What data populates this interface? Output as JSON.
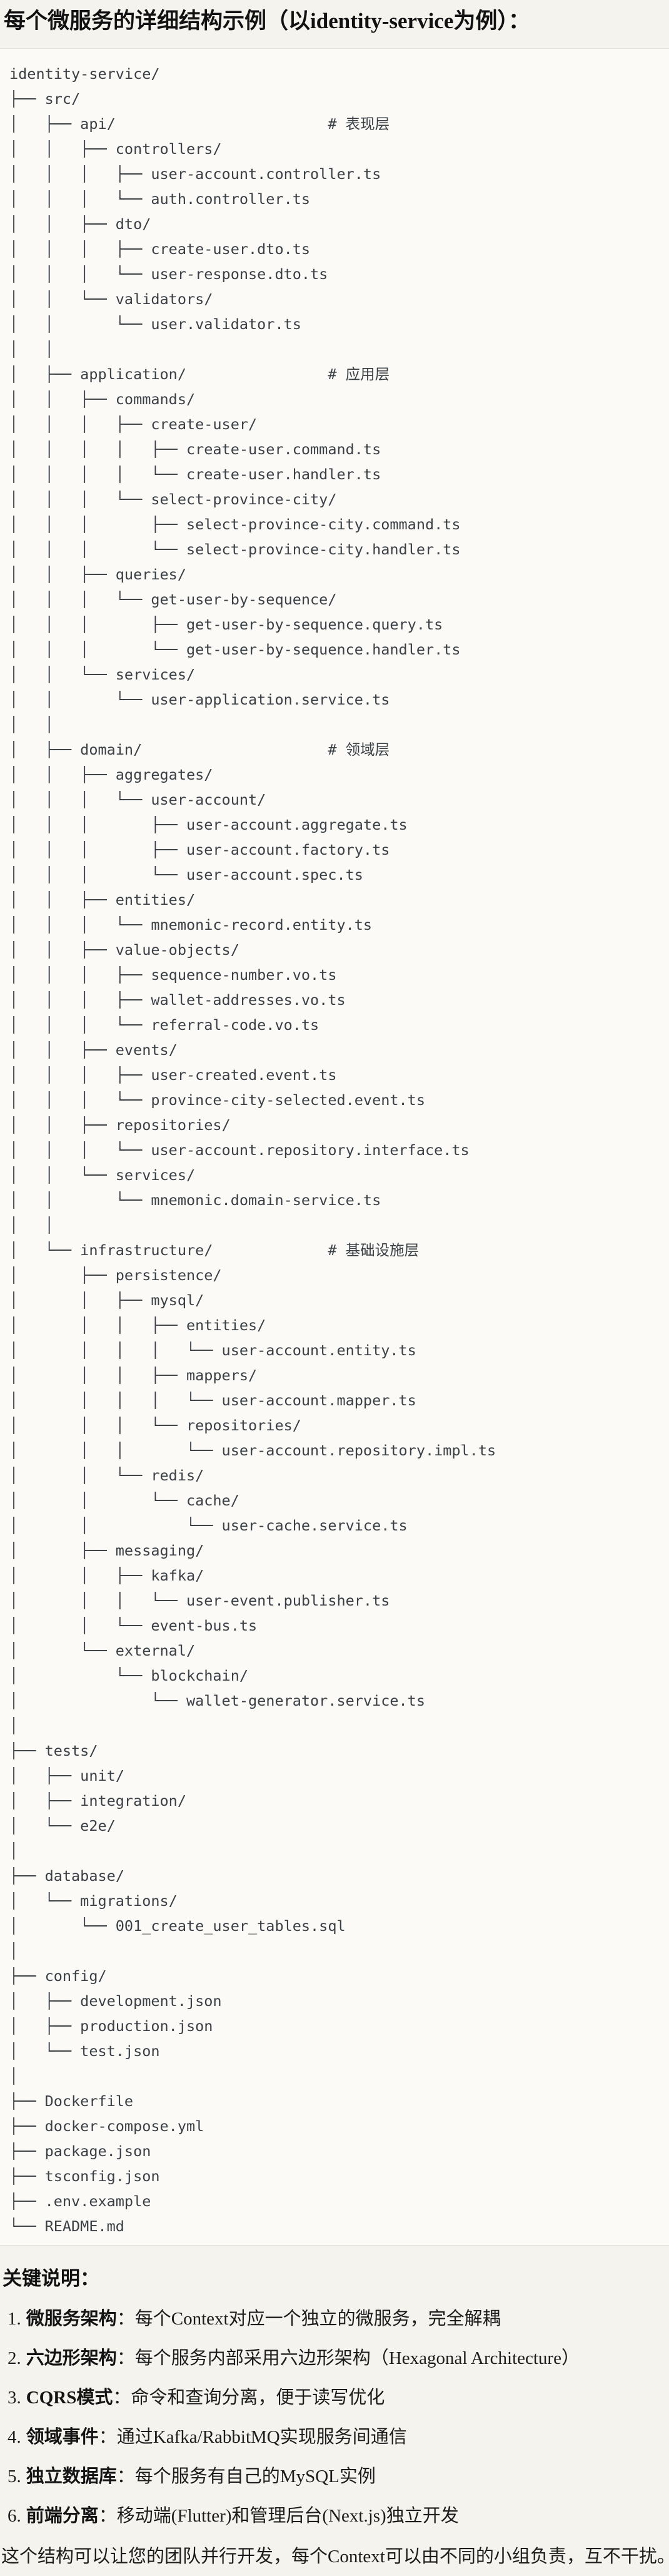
{
  "title": "每个微服务的详细结构示例（以identity-service为例）：",
  "tree": {
    "lines": [
      "identity-service/",
      "├── src/",
      "│   ├── api/                        # 表现层",
      "│   │   ├── controllers/",
      "│   │   │   ├── user-account.controller.ts",
      "│   │   │   └── auth.controller.ts",
      "│   │   ├── dto/",
      "│   │   │   ├── create-user.dto.ts",
      "│   │   │   └── user-response.dto.ts",
      "│   │   └── validators/",
      "│   │       └── user.validator.ts",
      "│   │",
      "│   ├── application/                # 应用层",
      "│   │   ├── commands/",
      "│   │   │   ├── create-user/",
      "│   │   │   │   ├── create-user.command.ts",
      "│   │   │   │   └── create-user.handler.ts",
      "│   │   │   └── select-province-city/",
      "│   │   │       ├── select-province-city.command.ts",
      "│   │   │       └── select-province-city.handler.ts",
      "│   │   ├── queries/",
      "│   │   │   └── get-user-by-sequence/",
      "│   │   │       ├── get-user-by-sequence.query.ts",
      "│   │   │       └── get-user-by-sequence.handler.ts",
      "│   │   └── services/",
      "│   │       └── user-application.service.ts",
      "│   │",
      "│   ├── domain/                     # 领域层",
      "│   │   ├── aggregates/",
      "│   │   │   └── user-account/",
      "│   │   │       ├── user-account.aggregate.ts",
      "│   │   │       ├── user-account.factory.ts",
      "│   │   │       └── user-account.spec.ts",
      "│   │   ├── entities/",
      "│   │   │   └── mnemonic-record.entity.ts",
      "│   │   ├── value-objects/",
      "│   │   │   ├── sequence-number.vo.ts",
      "│   │   │   ├── wallet-addresses.vo.ts",
      "│   │   │   └── referral-code.vo.ts",
      "│   │   ├── events/",
      "│   │   │   ├── user-created.event.ts",
      "│   │   │   └── province-city-selected.event.ts",
      "│   │   ├── repositories/",
      "│   │   │   └── user-account.repository.interface.ts",
      "│   │   └── services/",
      "│   │       └── mnemonic.domain-service.ts",
      "│   │",
      "│   └── infrastructure/             # 基础设施层",
      "│       ├── persistence/",
      "│       │   ├── mysql/",
      "│       │   │   ├── entities/",
      "│       │   │   │   └── user-account.entity.ts",
      "│       │   │   ├── mappers/",
      "│       │   │   │   └── user-account.mapper.ts",
      "│       │   │   └── repositories/",
      "│       │   │       └── user-account.repository.impl.ts",
      "│       │   └── redis/",
      "│       │       └── cache/",
      "│       │           └── user-cache.service.ts",
      "│       ├── messaging/",
      "│       │   ├── kafka/",
      "│       │   │   └── user-event.publisher.ts",
      "│       │   └── event-bus.ts",
      "│       └── external/",
      "│           └── blockchain/",
      "│               └── wallet-generator.service.ts",
      "│",
      "├── tests/",
      "│   ├── unit/",
      "│   ├── integration/",
      "│   └── e2e/",
      "│",
      "├── database/",
      "│   └── migrations/",
      "│       └── 001_create_user_tables.sql",
      "│",
      "├── config/",
      "│   ├── development.json",
      "│   ├── production.json",
      "│   └── test.json",
      "│",
      "├── Dockerfile",
      "├── docker-compose.yml",
      "├── package.json",
      "├── tsconfig.json",
      "├── .env.example",
      "└── README.md"
    ]
  },
  "notes": {
    "heading": "关键说明：",
    "items": [
      {
        "num": "1.",
        "label": "微服务架构",
        "colon": "：",
        "text": "每个Context对应一个独立的微服务，完全解耦"
      },
      {
        "num": "2.",
        "label": "六边形架构",
        "colon": "：",
        "text": "每个服务内部采用六边形架构（Hexagonal Architecture）"
      },
      {
        "num": "3.",
        "label": "CQRS模式",
        "colon": "：",
        "text": "命令和查询分离，便于读写优化"
      },
      {
        "num": "4.",
        "label": "领域事件",
        "colon": "：",
        "text": "通过Kafka/RabbitMQ实现服务间通信"
      },
      {
        "num": "5.",
        "label": "独立数据库",
        "colon": "：",
        "text": "每个服务有自己的MySQL实例"
      },
      {
        "num": "6.",
        "label": "前端分离",
        "colon": "：",
        "text": "移动端(Flutter)和管理后台(Next.js)独立开发"
      }
    ],
    "footer": "这个结构可以让您的团队并行开发，每个Context可以由不同的小组负责，互不干扰。"
  },
  "colors": {
    "page_bg": "#f5f3ee",
    "code_bg": "#fbfaf7",
    "code_border": "#e3e1db",
    "code_text": "#3a4046",
    "heading_text": "#121212",
    "body_text": "#1c1c1c"
  }
}
